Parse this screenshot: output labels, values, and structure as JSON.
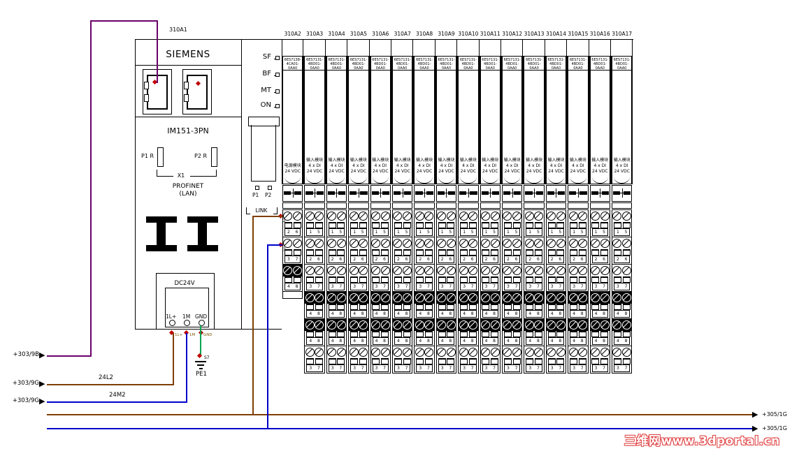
{
  "diagram": {
    "station_label": "310A1",
    "watermark": "三维网www.3dportal.cn",
    "head_module": {
      "brand": "SIEMENS",
      "model": "IM151-3PN",
      "port1": "P1 R",
      "port2": "P2 R",
      "connector": "X1",
      "bus": "PROFINET",
      "bus_sub": "(LAN)",
      "power_title": "DC24V",
      "power_terminals": [
        "1L+",
        "1M",
        "GND"
      ],
      "power_pins": [
        "1L+",
        "1M",
        "GND"
      ]
    },
    "status_leds": [
      "SF",
      "BF",
      "MT",
      "ON"
    ],
    "port_leds": [
      "P1",
      "P2"
    ],
    "link_label": "LINK",
    "taps": [
      "2",
      "3"
    ],
    "ground": {
      "node": "S7",
      "label": "PE1"
    },
    "nets": {
      "in1": "+303/9B",
      "in2": "+303/9G",
      "in3": "+303/9G",
      "l_plus": "24L2",
      "m": "24M2",
      "out1": "+305/1G",
      "out2": "+305/1G"
    },
    "colors": {
      "profinet_wire": "#6B006B",
      "l_plus_wire": "#7F3F00",
      "m_wire": "#0000CC",
      "pe_wire": "#00A550",
      "tap_dot": "#C00000",
      "watermark": "#E04040"
    },
    "modules": [
      {
        "id": "310A2",
        "part": "6ES7138-4CA01-0AA0",
        "type_cn": "电源模块",
        "io": "",
        "voltage": "24 VDC",
        "rows": [
          "2 6",
          "3 7",
          "4 8"
        ],
        "dark_rows": [
          2
        ],
        "kind": "pm"
      },
      {
        "id": "310A3",
        "part": "6ES7131-4BD01-0AA0",
        "type_cn": "输入模块",
        "io": "4 x DI",
        "voltage": "24 VDC",
        "rows": [
          "1 5",
          "2 6",
          "3 7",
          "4 8",
          "4 8",
          "3 7"
        ],
        "dark_rows": [
          3,
          4
        ],
        "kind": "di"
      },
      {
        "id": "310A4",
        "part": "6ES7131-4BD01-0AA0",
        "type_cn": "输入模块",
        "io": "4 x DI",
        "voltage": "24 VDC",
        "rows": [
          "1 5",
          "2 6",
          "3 7",
          "4 8",
          "4 8",
          "3 7"
        ],
        "dark_rows": [
          3,
          4
        ],
        "kind": "di"
      },
      {
        "id": "310A5",
        "part": "6ES7131-4BD01-0AA0",
        "type_cn": "输入模块",
        "io": "4 x DI",
        "voltage": "24 VDC",
        "rows": [
          "1 5",
          "2 6",
          "3 7",
          "4 8",
          "4 8",
          "3 7"
        ],
        "dark_rows": [
          3,
          4
        ],
        "kind": "di"
      },
      {
        "id": "310A6",
        "part": "6ES7131-4BD01-0AA0",
        "type_cn": "输入模块",
        "io": "4 x DI",
        "voltage": "24 VDC",
        "rows": [
          "1 5",
          "2 6",
          "3 7",
          "4 8",
          "4 8",
          "3 7"
        ],
        "dark_rows": [
          3,
          4
        ],
        "kind": "di"
      },
      {
        "id": "310A7",
        "part": "6ES7131-4BD01-0AA0",
        "type_cn": "输入模块",
        "io": "4 x DI",
        "voltage": "24 VDC",
        "rows": [
          "1 5",
          "2 6",
          "3 7",
          "4 8",
          "4 8",
          "3 7"
        ],
        "dark_rows": [
          3,
          4
        ],
        "kind": "di"
      },
      {
        "id": "310A8",
        "part": "6ES7131-4BD01-0AA0",
        "type_cn": "输入模块",
        "io": "4 x DI",
        "voltage": "24 VDC",
        "rows": [
          "1 5",
          "2 6",
          "3 7",
          "4 8",
          "4 8",
          "3 7"
        ],
        "dark_rows": [
          3,
          4
        ],
        "kind": "di"
      },
      {
        "id": "310A9",
        "part": "6ES7131-4BD01-0AA0",
        "type_cn": "输入模块",
        "io": "4 x DI",
        "voltage": "24 VDC",
        "rows": [
          "1 5",
          "2 6",
          "3 7",
          "4 8",
          "4 8",
          "3 7"
        ],
        "dark_rows": [
          3,
          4
        ],
        "kind": "di"
      },
      {
        "id": "310A10",
        "part": "6ES7131-4BD01-0AA0",
        "type_cn": "输入模块",
        "io": "4 x DI",
        "voltage": "24 VDC",
        "rows": [
          "1 5",
          "2 6",
          "3 7",
          "4 8",
          "4 8",
          "3 7"
        ],
        "dark_rows": [
          3,
          4
        ],
        "kind": "di"
      },
      {
        "id": "310A11",
        "part": "6ES7131-4BD01-0AA0",
        "type_cn": "输入模块",
        "io": "4 x DI",
        "voltage": "24 VDC",
        "rows": [
          "1 5",
          "2 6",
          "3 7",
          "4 8",
          "4 8",
          "3 7"
        ],
        "dark_rows": [
          3,
          4
        ],
        "kind": "di"
      },
      {
        "id": "310A12",
        "part": "6ES7131-4BD01-0AA0",
        "type_cn": "输入模块",
        "io": "4 x DI",
        "voltage": "24 VDC",
        "rows": [
          "1 5",
          "2 6",
          "3 7",
          "4 8",
          "4 8",
          "3 7"
        ],
        "dark_rows": [
          3,
          4
        ],
        "kind": "di"
      },
      {
        "id": "310A13",
        "part": "6ES7131-4BD01-0AA0",
        "type_cn": "输入模块",
        "io": "4 x DI",
        "voltage": "24 VDC",
        "rows": [
          "1 5",
          "2 6",
          "3 7",
          "4 8",
          "4 8",
          "3 7"
        ],
        "dark_rows": [
          3,
          4
        ],
        "kind": "di"
      },
      {
        "id": "310A14",
        "part": "6ES7131-4BD01-0AA0",
        "type_cn": "输入模块",
        "io": "4 x DI",
        "voltage": "24 VDC",
        "rows": [
          "1 5",
          "2 6",
          "3 7",
          "4 8",
          "4 8",
          "3 7"
        ],
        "dark_rows": [
          3,
          4
        ],
        "kind": "di"
      },
      {
        "id": "310A15",
        "part": "6ES7131-4BD01-0AA0",
        "type_cn": "输入模块",
        "io": "4 x DI",
        "voltage": "24 VDC",
        "rows": [
          "1 5",
          "2 6",
          "3 7",
          "4 8",
          "4 8",
          "3 7"
        ],
        "dark_rows": [
          3,
          4
        ],
        "kind": "di"
      },
      {
        "id": "310A16",
        "part": "6ES7131-4BD01-0AA0",
        "type_cn": "输入模块",
        "io": "4 x DI",
        "voltage": "24 VDC",
        "rows": [
          "1 5",
          "2 6",
          "3 7",
          "4 8",
          "4 8",
          "3 7"
        ],
        "dark_rows": [
          3,
          4
        ],
        "kind": "di"
      },
      {
        "id": "310A17",
        "part": "6ES7131-4BD01-0AA0",
        "type_cn": "输入模块",
        "io": "4 x DI",
        "voltage": "24 VDC",
        "rows": [
          "1 5",
          "2 6",
          "3 7",
          "4 8",
          "4 8",
          "3 7"
        ],
        "dark_rows": [
          3,
          4
        ],
        "kind": "di"
      }
    ]
  }
}
